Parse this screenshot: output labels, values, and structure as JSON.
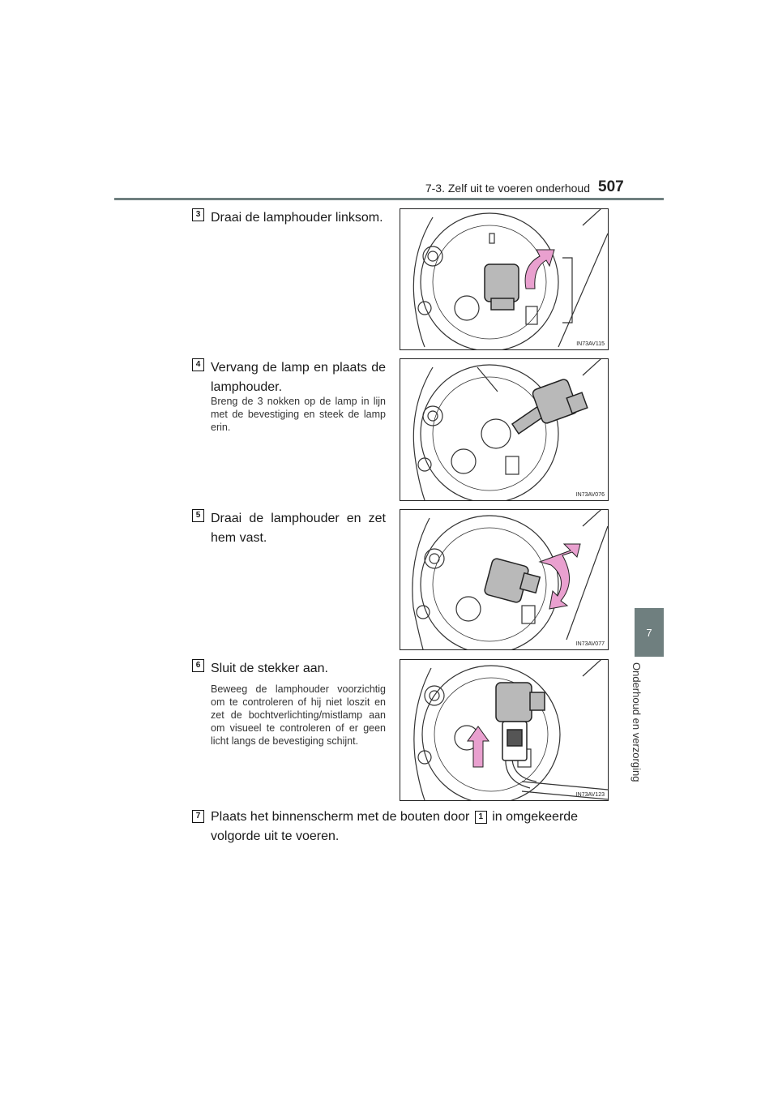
{
  "header": {
    "section_title": "7-3. Zelf uit te voeren onderhoud",
    "page_number": "507"
  },
  "side": {
    "chapter_number": "7",
    "chapter_label": "Onderhoud en verzorging"
  },
  "steps": [
    {
      "number": "3",
      "text": "Draai de lamphouder linksom.",
      "note": "",
      "figure_code": "IN73AV115"
    },
    {
      "number": "4",
      "text": "Vervang de lamp en plaats de lamphouder.",
      "note": "Breng de 3 nokken op de lamp in lijn met de bevestiging en steek de lamp erin.",
      "figure_code": "IN73AV076"
    },
    {
      "number": "5",
      "text": "Draai de lamphouder en zet hem vast.",
      "note": "",
      "figure_code": "IN73AV077"
    },
    {
      "number": "6",
      "text": "Sluit de stekker aan.",
      "note": "Beweeg de lamphouder voorzichtig om te controleren of hij niet loszit en zet de bochtverlichting/mistlamp aan om visueel te controleren of er geen licht langs de bevestiging schijnt.",
      "figure_code": "IN73AV123"
    },
    {
      "number": "7",
      "text_before": "Plaats het binnenscherm met de bouten door",
      "ref_number": "1",
      "text_after": "in omgekeerde volgorde uit te voeren."
    }
  ],
  "colors": {
    "rule": "#6f7f7f",
    "arrow": "#e9a0cf",
    "bulb": "#b9b9b9"
  },
  "icons": [
    "rotate-ccw-arrow-icon",
    "rotate-cw-arrow-icon",
    "up-arrow-icon"
  ]
}
